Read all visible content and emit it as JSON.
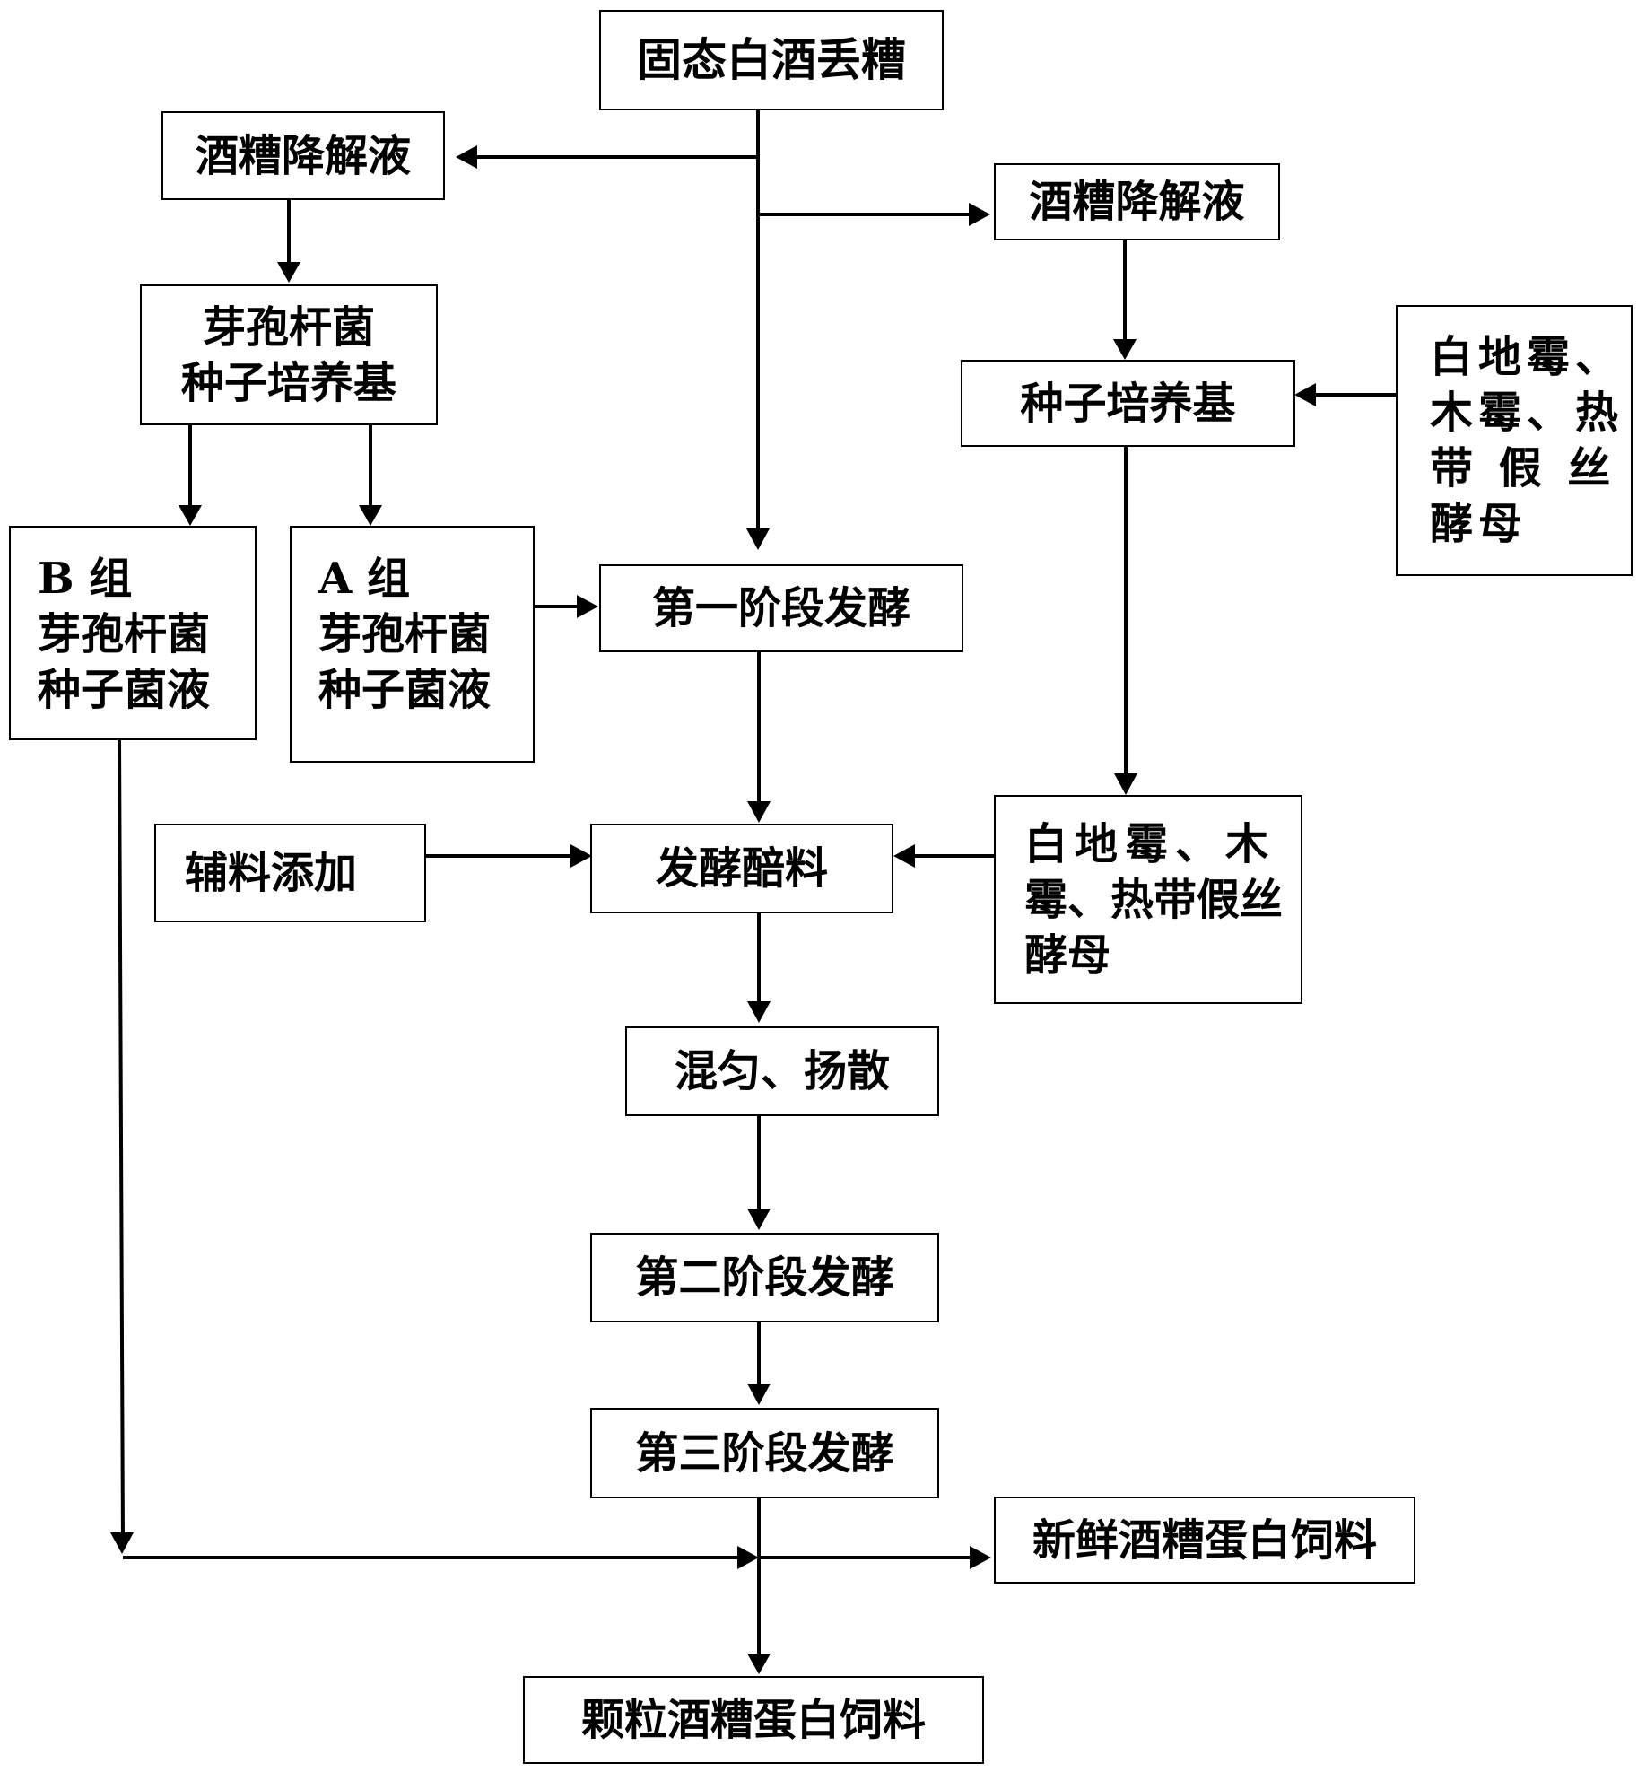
{
  "diagram": {
    "nodes": {
      "source": "固态白酒丢糟",
      "degr_left": "酒糟降解液",
      "degr_right": "酒糟降解液",
      "bacillus_medium": [
        "芽孢杆菌",
        "种子培养基"
      ],
      "seed_medium": "种子培养基",
      "fungi_top": [
        "白地霉、",
        "木霉、热",
        "带 假 丝",
        "酵母"
      ],
      "group_b": [
        "B 组",
        "芽孢杆菌",
        "种子菌液"
      ],
      "group_a": [
        "A 组",
        "芽孢杆菌",
        "种子菌液"
      ],
      "stage1": "第一阶段发酵",
      "auxiliary": "辅料添加",
      "fermented_mash": "发酵醅料",
      "fungi_mid": [
        "白地霉、木",
        "霉、热带假丝",
        "酵母"
      ],
      "mix": "混匀、扬散",
      "stage2": "第二阶段发酵",
      "stage3": "第三阶段发酵",
      "fresh_feed": "新鲜酒糟蛋白饲料",
      "granular_feed": "颗粒酒糟蛋白饲料"
    },
    "edges": [
      [
        "source",
        "degr_left"
      ],
      [
        "source",
        "degr_right"
      ],
      [
        "source",
        "stage1"
      ],
      [
        "degr_left",
        "bacillus_medium"
      ],
      [
        "bacillus_medium",
        "group_b"
      ],
      [
        "bacillus_medium",
        "group_a"
      ],
      [
        "degr_right",
        "seed_medium"
      ],
      [
        "fungi_top",
        "seed_medium"
      ],
      [
        "group_a",
        "stage1"
      ],
      [
        "stage1",
        "fermented_mash"
      ],
      [
        "seed_medium",
        "fungi_mid"
      ],
      [
        "auxiliary",
        "fermented_mash"
      ],
      [
        "fungi_mid",
        "fermented_mash"
      ],
      [
        "fermented_mash",
        "mix"
      ],
      [
        "mix",
        "stage2"
      ],
      [
        "stage2",
        "stage3"
      ],
      [
        "group_b",
        "merge"
      ],
      [
        "stage3",
        "fresh_feed"
      ],
      [
        "stage3",
        "granular_feed"
      ]
    ]
  }
}
